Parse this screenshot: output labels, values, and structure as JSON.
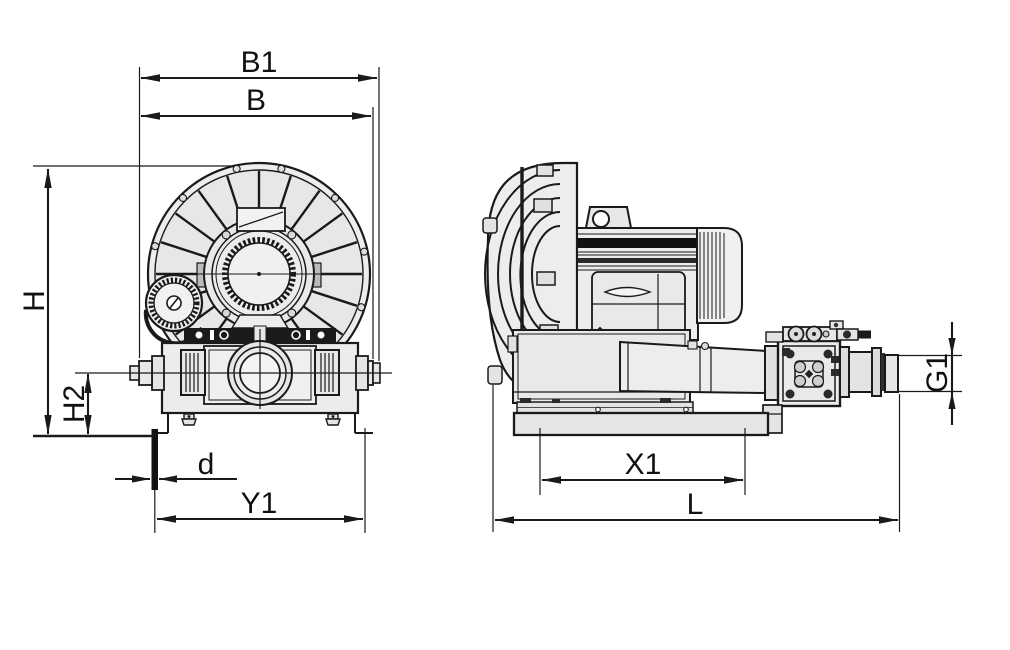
{
  "drawing": {
    "type": "technical-dimension-drawing",
    "subject": "side-channel blower, front view and side view",
    "colors": {
      "line": "#1a1a1a",
      "fill_light": "#ececec",
      "fill_mid": "#e0e0e0",
      "dark_fill": "#1a1a1a",
      "background": "#ffffff"
    }
  },
  "labels": {
    "b1": "B1",
    "b": "B",
    "h": "H",
    "h2": "H2",
    "d": "d",
    "y1": "Y1",
    "x1": "X1",
    "l": "L",
    "g1": "G1"
  }
}
